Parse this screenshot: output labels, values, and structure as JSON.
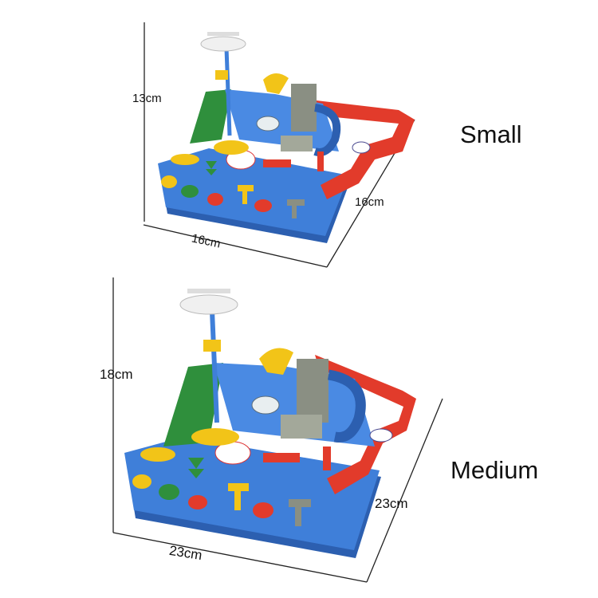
{
  "products": [
    {
      "size_name": "Small",
      "height": "13cm",
      "width": "16cm",
      "depth": "16cm"
    },
    {
      "size_name": "Medium",
      "height": "18cm",
      "width": "23cm",
      "depth": "23cm"
    }
  ],
  "colors": {
    "base_blue": "#3f7fd9",
    "base_blue_dark": "#2c5fb0",
    "track_red": "#e23b2b",
    "ramp_green": "#2f8f3c",
    "yellow": "#f2c418",
    "grey_tower": "#8a8f83"
  }
}
